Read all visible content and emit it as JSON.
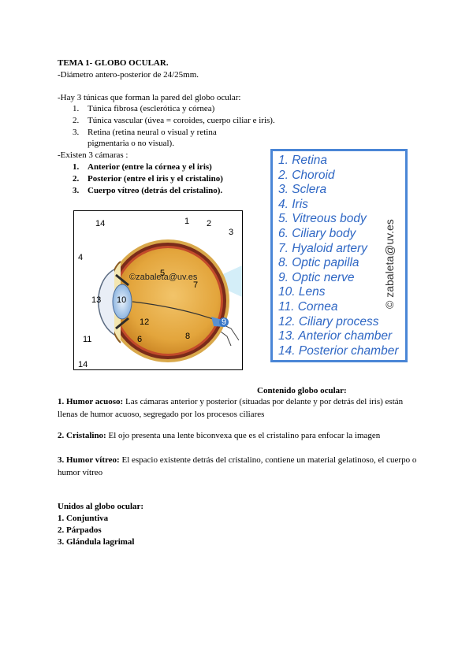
{
  "title": "TEMA 1- GLOBO OCULAR.",
  "diameter": "-Diámetro antero-posterior de 24/25mm.",
  "tunics_intro": "-Hay 3 túnicas que forman la pared del globo ocular:",
  "tunics": [
    {
      "num": "1.",
      "text": "Túnica fibrosa (esclerótica y córnea)"
    },
    {
      "num": "2.",
      "text": "Túnica vascular (úvea = coroides, cuerpo ciliar e iris)."
    },
    {
      "num": "3.",
      "text": "Retina (retina neural o visual y retina"
    },
    {
      "num": "",
      "text": "pigmentaria o no visual)."
    }
  ],
  "chambers_intro": "-Existen 3 cámaras :",
  "chambers": [
    {
      "num": "1.",
      "text": "Anterior (entre la córnea y el iris)"
    },
    {
      "num": "2.",
      "text": "Posterior (entre el iris y el cristalino)"
    },
    {
      "num": "3.",
      "text": "Cuerpo vítreo (detrás del cristalino)."
    }
  ],
  "diagram": {
    "watermark": "©zabaleta@uv.es",
    "labels": [
      "14",
      "1",
      "2",
      "3",
      "4",
      "5",
      "7",
      "10",
      "13",
      "12",
      "11",
      "6",
      "8",
      "9",
      "14"
    ]
  },
  "legend": {
    "items": [
      "1. Retina",
      "2. Choroid",
      "3. Sclera",
      "4. Iris",
      "5. Vitreous body",
      "6. Ciliary body",
      "7. Hyaloid artery",
      "8. Optic papilla",
      "9. Optic nerve",
      "10. Lens",
      "11. Cornea",
      "12. Ciliary process",
      "13. Anterior chamber",
      "14. Posterior chamber"
    ],
    "watermark": "© zabaleta@uv.es"
  },
  "content_heading": "Contenido globo ocular:",
  "content": [
    {
      "label": "1. Humor acuoso:",
      "text": " Las cámaras anterior y posterior (situadas por delante y por detrás del iris) están llenas de humor acuoso, segregado por los procesos ciliares"
    },
    {
      "label": "2. Cristalino:",
      "text": " El ojo presenta una lente biconvexa que es el cristalino para enfocar la imagen"
    },
    {
      "label": "3. Humor vítreo:",
      "text": " El espacio existente detrás del cristalino, contiene un material gelatinoso, el cuerpo o humor vítreo"
    }
  ],
  "attached_heading": "Unidos al globo ocular:",
  "attached": [
    "1. Conjuntiva",
    "2. Párpados",
    "3. Glándula lagrimal"
  ]
}
